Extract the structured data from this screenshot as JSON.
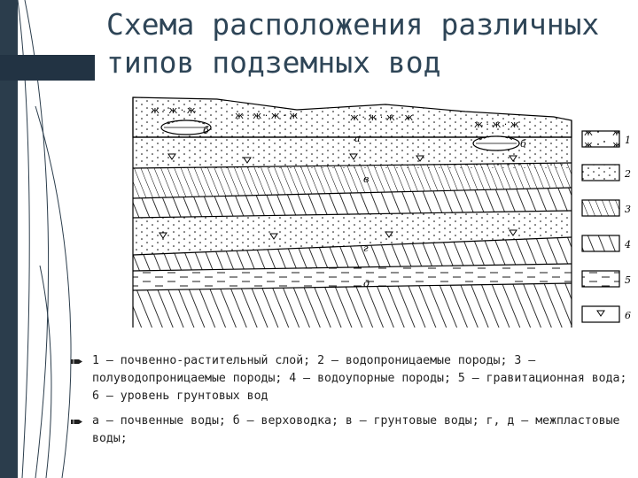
{
  "slide": {
    "title_line1": "Схема расположения различных",
    "title_line2": "типов подземных вод"
  },
  "figure": {
    "layer_letters": [
      "а",
      "б",
      "б",
      "в",
      "г",
      "д"
    ],
    "legend": [
      "1",
      "2",
      "3",
      "4",
      "5",
      "6"
    ]
  },
  "bullets": [
    "1 — почвенно-растительный слой; 2 — водопроницаемые породы; 3 — полуводопроницаемые породы; 4 — водоупорные породы; 5 — гравитационная вода; 6 — уровень грунтовых вод",
    "а — почвенные воды; б — верховодка; в — грунтовые воды; г, д — межпластовые воды;"
  ],
  "colors": {
    "side_panel": "#2b3d4c",
    "title_text": "#2e4557",
    "body_text": "#222222"
  }
}
